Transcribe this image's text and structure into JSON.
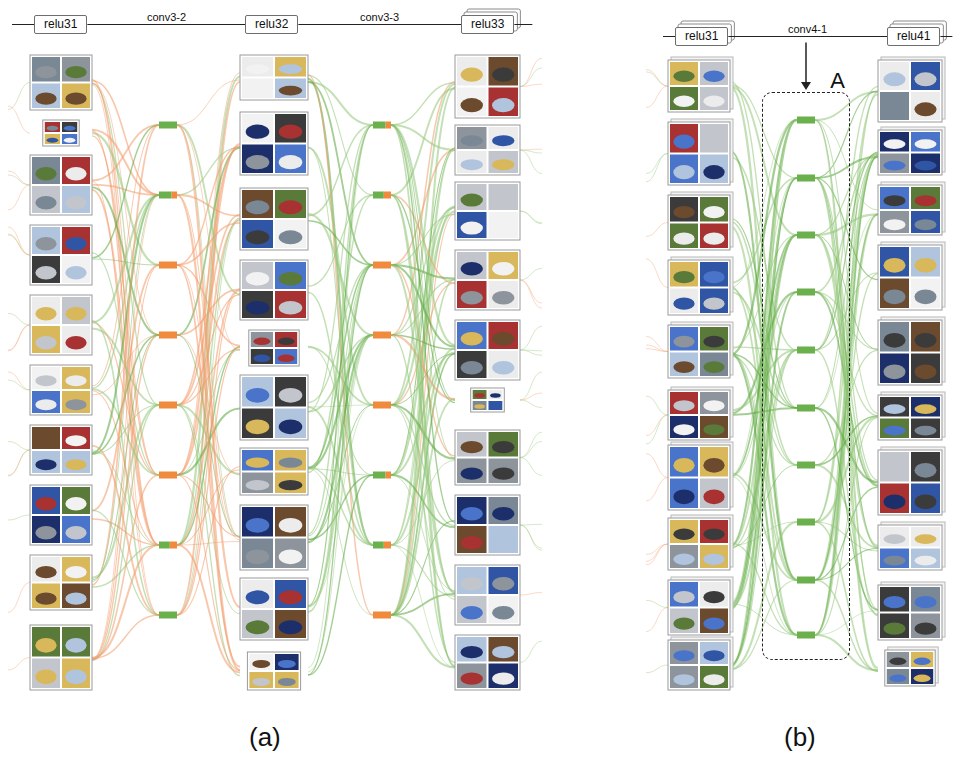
{
  "diagram": {
    "nodes": [
      {
        "text": [
          "relu31"
        ]
      },
      {
        "text": [
          "relu32"
        ]
      },
      {
        "text": [
          "relu33"
        ]
      },
      {
        "text": [
          "relu31"
        ]
      },
      {
        "text": [
          "relu41"
        ]
      },
      {
        "text": [
          "A"
        ]
      }
    ],
    "edges": [
      {
        "from": 0,
        "to": 1,
        "label": "conv3-2",
        "arrow": "none"
      },
      {
        "from": 1,
        "to": 2,
        "label": "conv3-3",
        "arrow": "none"
      },
      {
        "from": 3,
        "to": 4,
        "label": "conv4-1",
        "arrow": "none"
      }
    ],
    "labels": [
      "(a)",
      "(b)"
    ]
  }
}
